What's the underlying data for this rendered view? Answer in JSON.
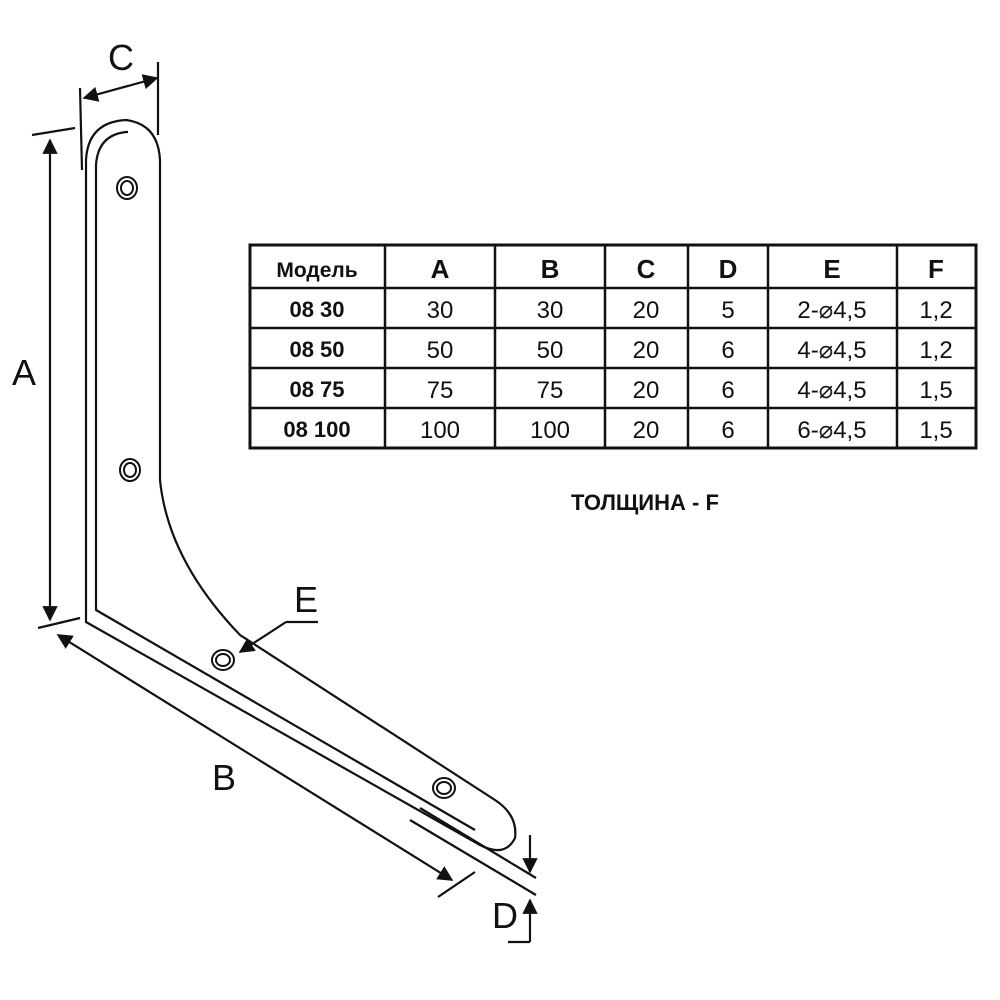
{
  "diagram": {
    "labels": {
      "a": "A",
      "b": "B",
      "c": "C",
      "d": "D",
      "e": "E"
    }
  },
  "table": {
    "headers": [
      "Модель",
      "A",
      "B",
      "C",
      "D",
      "E",
      "F"
    ],
    "rows": [
      [
        "08 30",
        "30",
        "30",
        "20",
        "5",
        "2-⌀4,5",
        "1,2"
      ],
      [
        "08 50",
        "50",
        "50",
        "20",
        "6",
        "4-⌀4,5",
        "1,2"
      ],
      [
        "08 75",
        "75",
        "75",
        "20",
        "6",
        "4-⌀4,5",
        "1,5"
      ],
      [
        "08 100",
        "100",
        "100",
        "20",
        "6",
        "6-⌀4,5",
        "1,5"
      ]
    ]
  },
  "caption": "ТОЛЩИНА - F"
}
